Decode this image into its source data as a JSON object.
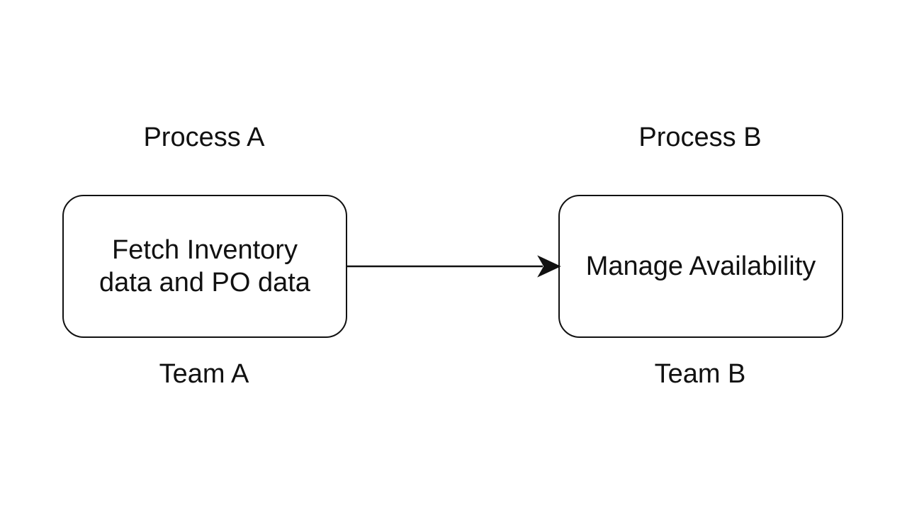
{
  "diagram": {
    "processes": [
      {
        "process_label": "Process A",
        "node_text": "Fetch Inventory\ndata and PO data",
        "team_label": "Team A"
      },
      {
        "process_label": "Process B",
        "node_text": "Manage Availability",
        "team_label": "Team B"
      }
    ],
    "edges": [
      {
        "from": "Process A",
        "to": "Process B",
        "style": "solid-arrow"
      }
    ],
    "colors": {
      "stroke": "#111111",
      "background": "#ffffff",
      "text": "#111111"
    }
  }
}
